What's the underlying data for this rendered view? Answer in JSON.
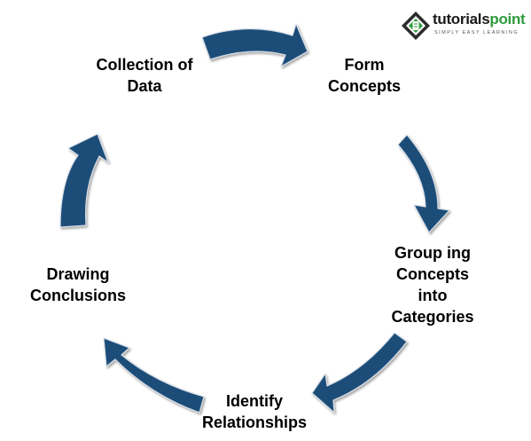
{
  "steps": [
    {
      "lines": [
        "Collection of",
        "Data"
      ]
    },
    {
      "lines": [
        "Form",
        "Concepts"
      ]
    },
    {
      "lines": [
        "Group ing",
        "Concepts",
        "into",
        "Categories"
      ]
    },
    {
      "lines": [
        "Identify",
        "Relationships"
      ]
    },
    {
      "lines": [
        "Drawing",
        "Conclusions"
      ]
    }
  ],
  "logo": {
    "name_part1": "tutorials",
    "name_part2": "point",
    "tagline": "SIMPLY EASY LEARNING"
  },
  "colors": {
    "arrow_fill": "#1f4e79",
    "arrow_stroke": "#d6dde6",
    "text": "#000000",
    "logo_green": "#2e9b3c"
  }
}
